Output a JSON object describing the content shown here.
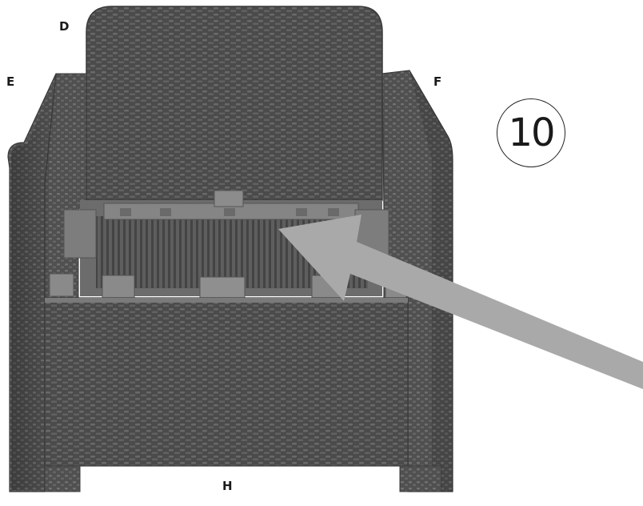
{
  "labels": {
    "d": "D",
    "e": "E",
    "f": "F",
    "h": "H"
  },
  "step": {
    "number": "10"
  },
  "colors": {
    "wicker_dark": "#4a4a4a",
    "wicker_mid": "#5a5a5a",
    "wicker_light": "#6e6e6e",
    "frame": "#7a7a7a",
    "arrow": "#a9a9a9"
  },
  "icons": {
    "pointer": "arrow-icon"
  }
}
